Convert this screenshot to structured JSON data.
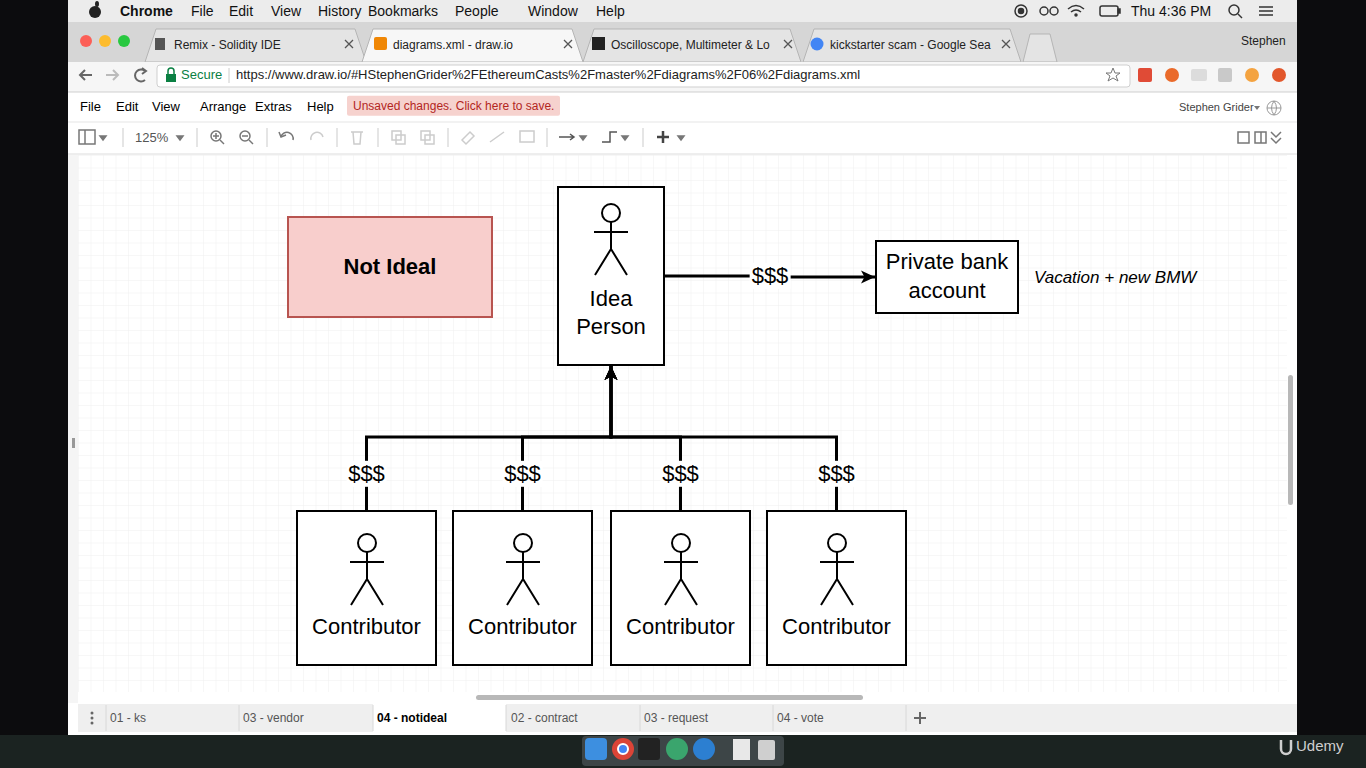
{
  "diagram": {
    "nodes": [
      {
        "text": [
          "Not Ideal"
        ]
      },
      {
        "text": [
          "Idea Person"
        ]
      },
      {
        "text": [
          "Private bank account"
        ]
      },
      {
        "text": [
          "Contributor"
        ]
      },
      {
        "text": [
          "Contributor"
        ]
      },
      {
        "text": [
          "Contributor"
        ]
      },
      {
        "text": [
          "Contributor"
        ]
      }
    ],
    "edges": [
      {
        "from": 1,
        "to": 2,
        "arrow": "to",
        "label": "$$$"
      },
      {
        "from": 3,
        "to": 1,
        "arrow": "to",
        "label": "$$$"
      },
      {
        "from": 4,
        "to": 1,
        "arrow": "to",
        "label": "$$$"
      },
      {
        "from": 5,
        "to": 1,
        "arrow": "to",
        "label": "$$$"
      },
      {
        "from": 6,
        "to": 1,
        "arrow": "to",
        "label": "$$$"
      }
    ],
    "labels": [
      "Chrome",
      "File",
      "Edit",
      "View",
      "History",
      "Bookmarks",
      "People",
      "Window",
      "Help",
      "Thu 4:36 PM",
      "Remix - Solidity IDE",
      "diagrams.xml - draw.io",
      "Oscilloscope, Multimeter & Lo",
      "kickstarter scam - Google Sea",
      "Stephen",
      "Secure",
      "https://www.draw.io/#HStephenGrider%2FEthereumCasts%2Fmaster%2Fdiagrams%2F06%2Fdiagrams.xml",
      "File",
      "Edit",
      "View",
      "Arrange",
      "Extras",
      "Help",
      "Unsaved changes. Click here to save.",
      "Stephen Grider",
      "125%",
      "Vacation + new BMW",
      "01 - ks",
      "03 - vendor",
      "04 - notideal",
      "02 - contract",
      "03 - request",
      "04 - vote",
      "Udemy"
    ]
  }
}
